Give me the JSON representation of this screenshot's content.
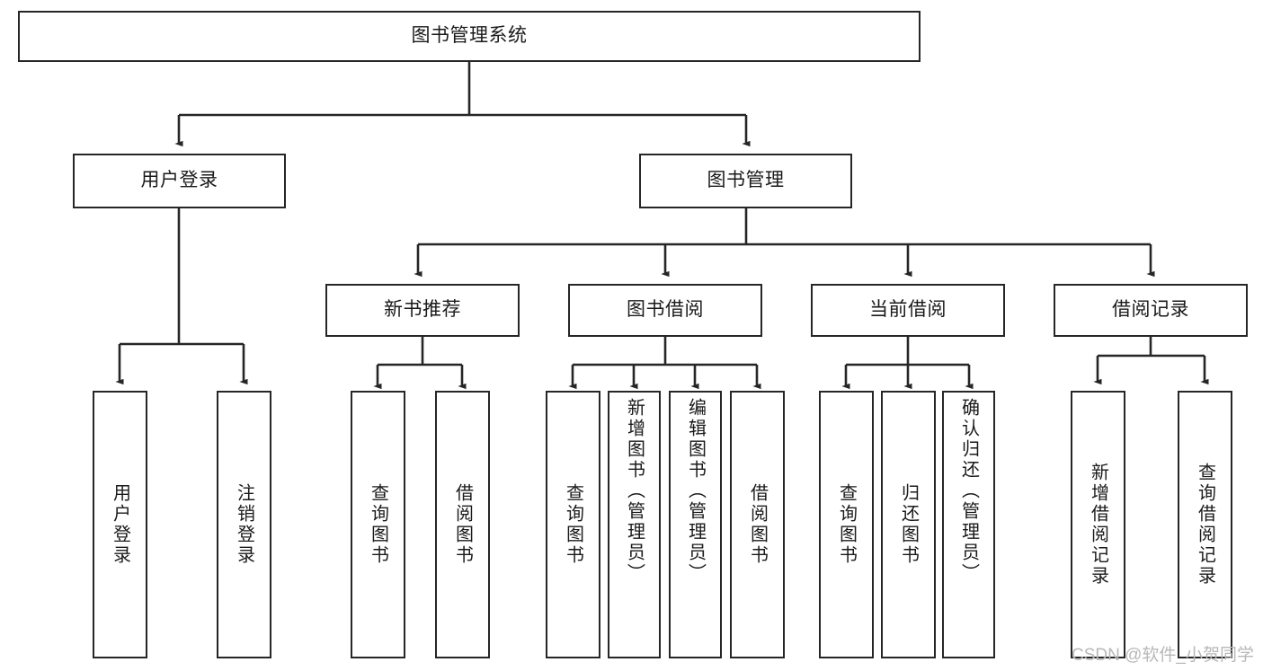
{
  "diagram": {
    "type": "tree-hierarchy",
    "title": "图书管理系统",
    "root": {
      "label": "图书管理系统"
    },
    "level2": [
      {
        "label": "用户登录"
      },
      {
        "label": "图书管理"
      }
    ],
    "level3": [
      {
        "label": "新书推荐",
        "parent": "图书管理"
      },
      {
        "label": "图书借阅",
        "parent": "图书管理"
      },
      {
        "label": "当前借阅",
        "parent": "图书管理"
      },
      {
        "label": "借阅记录",
        "parent": "图书管理"
      }
    ],
    "leaves": [
      {
        "label": "用户登录",
        "parent": "用户登录"
      },
      {
        "label": "注销登录",
        "parent": "用户登录"
      },
      {
        "label": "查询图书",
        "parent": "新书推荐"
      },
      {
        "label": "借阅图书",
        "parent": "新书推荐"
      },
      {
        "label": "查询图书",
        "parent": "图书借阅"
      },
      {
        "label": "新增图书（管理员）",
        "parent": "图书借阅"
      },
      {
        "label": "编辑图书（管理员）",
        "parent": "图书借阅"
      },
      {
        "label": "借阅图书",
        "parent": "图书借阅"
      },
      {
        "label": "查询图书",
        "parent": "当前借阅"
      },
      {
        "label": "归还图书",
        "parent": "当前借阅"
      },
      {
        "label": "确认归还（管理员）",
        "parent": "当前借阅"
      },
      {
        "label": "新增借阅记录",
        "parent": "借阅记录"
      },
      {
        "label": "查询借阅记录",
        "parent": "借阅记录"
      }
    ]
  },
  "watermark": {
    "text": "CSDN @软件_小贺同学"
  },
  "colors": {
    "stroke": "#262626",
    "background": "#ffffff",
    "text": "#1a1a1a",
    "watermark": "#b8b8b8"
  }
}
